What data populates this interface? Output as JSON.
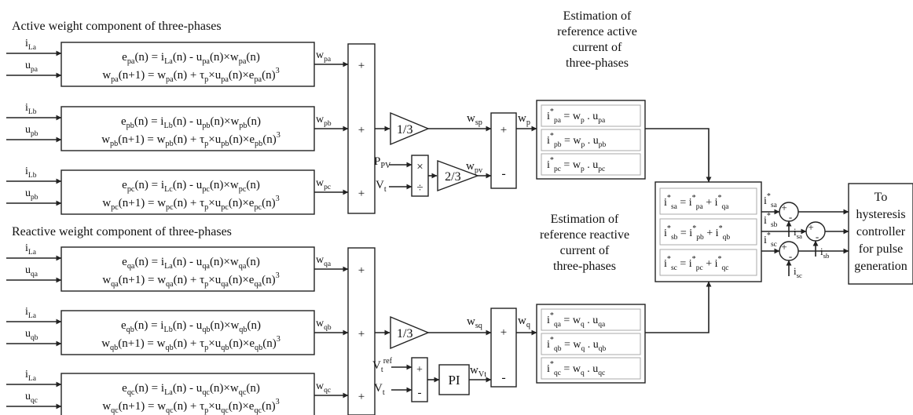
{
  "headings": {
    "active": "Active weight component of three-phases",
    "reactive": "Reactive weight component of three-phases",
    "est_active": [
      "Estimation of",
      "reference active",
      "current of",
      "three-phases"
    ],
    "est_reactive": [
      "Estimation of",
      "reference reactive",
      "current of",
      "three-phases"
    ]
  },
  "active_blocks": [
    {
      "in1": "i_La",
      "in2": "u_pa",
      "eq1": "e_pa(n) = i_La(n) - u_pa(n)×w_pa(n)",
      "eq2": "w_pa(n+1) = w_pa(n) + τ_p×u_pa(n)×e_pa(n)^3",
      "out": "w_pa"
    },
    {
      "in1": "i_Lb",
      "in2": "u_pb",
      "eq1": "e_pb(n) = i_Lb(n) - u_pb(n)×w_pb(n)",
      "eq2": "w_pb(n+1) = w_pb(n) + τ_p×u_pb(n)×e_pb(n)^3",
      "out": "w_pb"
    },
    {
      "in1": "i_Lb",
      "in2": "u_pb",
      "eq1": "e_pc(n) = i_Lc(n) - u_pc(n)×w_pc(n)",
      "eq2": "w_pc(n+1) = w_pc(n) + τ_p×u_pc(n)×e_pc(n)^3",
      "out": "w_pc"
    }
  ],
  "reactive_blocks": [
    {
      "in1": "i_La",
      "in2": "u_qa",
      "eq1": "e_qa(n) = i_La(n) - u_qa(n)×w_qa(n)",
      "eq2": "w_qa(n+1) = w_qa(n) + τ_p×u_qa(n)×e_qa(n)^3",
      "out": "w_qa"
    },
    {
      "in1": "i_La",
      "in2": "u_qb",
      "eq1": "e_qb(n) = i_Lb(n) - u_qb(n)×w_qb(n)",
      "eq2": "w_qb(n+1) = w_qb(n) + τ_p×u_qb(n)×e_qb(n)^3",
      "out": "w_qb"
    },
    {
      "in1": "i_La",
      "in2": "u_qc",
      "eq1": "e_qc(n) = i_La(n) - u_qc(n)×w_qc(n)",
      "eq2": "w_qc(n+1) = w_qc(n) + τ_p×u_qc(n)×e_qc(n)^3",
      "out": "w_qc"
    }
  ],
  "sum_signs": {
    "plus": "+",
    "minus": "-"
  },
  "gains": {
    "one_third": "1/3",
    "two_thirds": "2/3"
  },
  "mult_ops": {
    "times": "×",
    "divide": "÷"
  },
  "pi_label": "PI",
  "signals": {
    "w_sp": "w_sp",
    "w_p": "w_p",
    "p_pv": "P_PV",
    "v_t": "V_t",
    "w_pv": "w_pv",
    "w_sq": "w_sq",
    "w_q": "w_q",
    "v_t_ref": "V_t^ref",
    "w_vt": "w_Vt"
  },
  "ref_active": [
    {
      "lhs": "i*_pa",
      "rhs": "= w_p . u_pa"
    },
    {
      "lhs": "i*_pb",
      "rhs": "= w_p . u_pb"
    },
    {
      "lhs": "i*_pc",
      "rhs": "= w_p . u_pc"
    }
  ],
  "ref_reactive": [
    {
      "lhs": "i*_qa",
      "rhs": "= w_q . u_qa"
    },
    {
      "lhs": "i*_qb",
      "rhs": "= w_q . u_qb"
    },
    {
      "lhs": "i*_qc",
      "rhs": "= w_q . u_qc"
    }
  ],
  "ref_sum": [
    "i*_sa = i*_pa + i*_qa",
    "i*_sb = i*_pb + i*_qb",
    "i*_sc = i*_pc + i*_qc"
  ],
  "comparators": [
    {
      "ref": "i*_sa",
      "meas": "i_sa"
    },
    {
      "ref": "i*_sb",
      "meas": "i_sb"
    },
    {
      "ref": "i*_sc",
      "meas": "i_sc"
    }
  ],
  "output_box": [
    "To",
    "hysteresis",
    "controller",
    "for pulse",
    "generation"
  ]
}
